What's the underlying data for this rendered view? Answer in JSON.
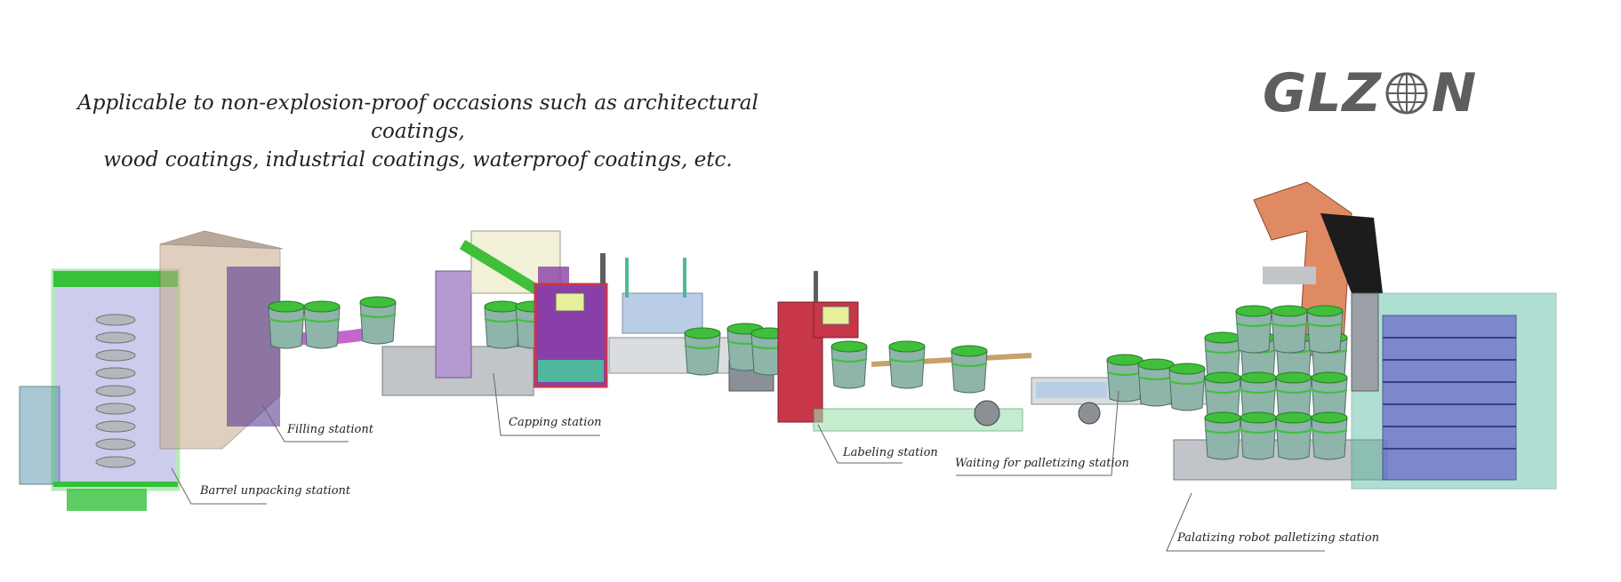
{
  "headline": {
    "line1": "Applicable to non-explosion-proof occasions such as architectural coatings,",
    "line2": "wood coatings, industrial coatings, waterproof coatings, etc."
  },
  "logo": {
    "text_left": "GLZ",
    "text_right": "N",
    "icon": "globe-icon",
    "color": "#5e5e5e"
  },
  "stations": {
    "filling": "Filling stationt",
    "barrel_unpacking": "Barrel unpacking stationt",
    "capping": "Capping station",
    "labeling": "Labeling station",
    "waiting": "Waiting for palletizing station",
    "robot": "Palatizing robot palletizing station"
  },
  "colors": {
    "frame_green": "#35c13a",
    "bucket_teal": "#8fb4aa",
    "bucket_lid": "#3fbf3a",
    "purple_panel": "#8a3fa8",
    "red_cabinet": "#c8364a",
    "robot_orange": "#e08a63",
    "pallet_blue": "#6f73c9",
    "base_teal": "#4fb79c",
    "frame_grey": "#9aa0a6"
  }
}
